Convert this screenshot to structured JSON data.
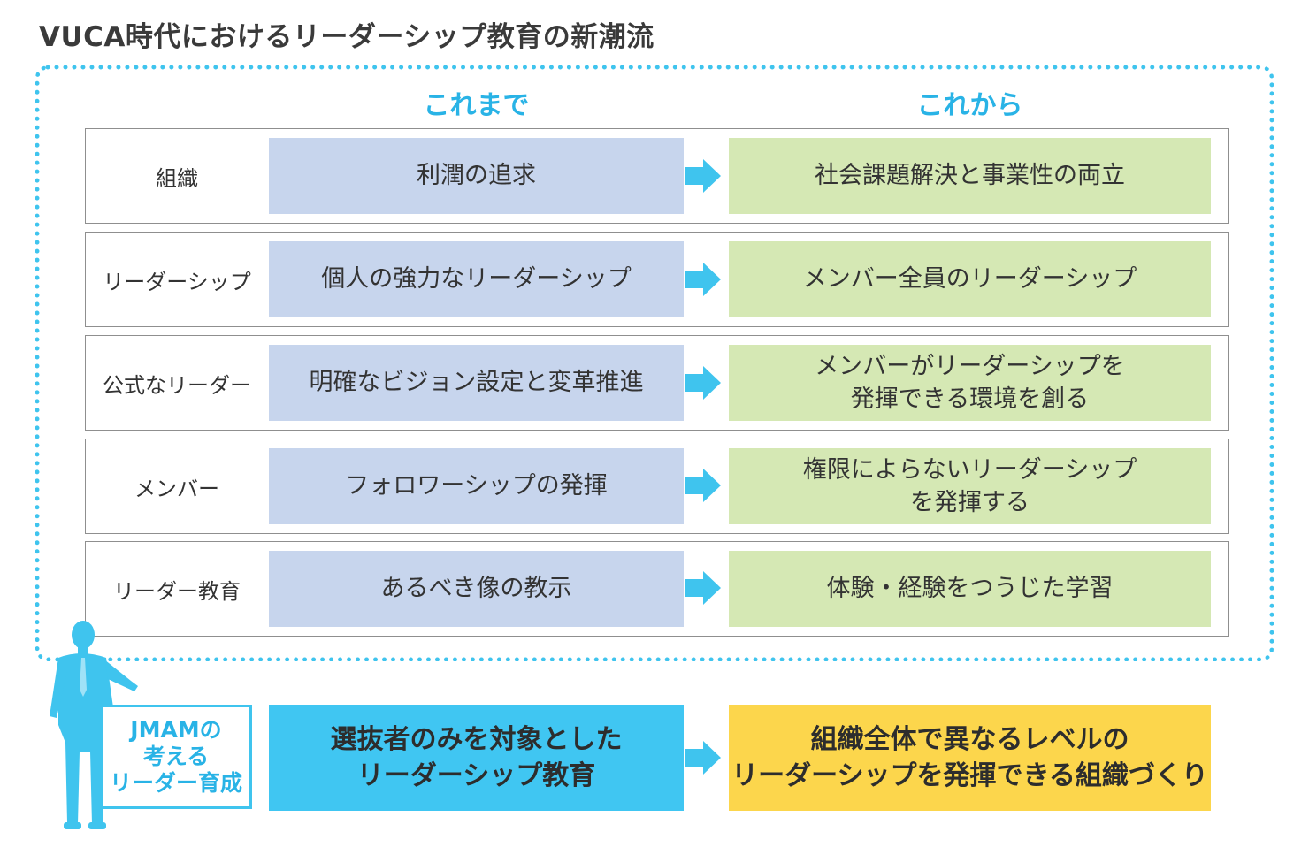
{
  "title": "VUCA時代におけるリーダーシップ教育の新潮流",
  "headers": {
    "before": "これまで",
    "after": "これから"
  },
  "rows": [
    {
      "label": "組織",
      "before": "利潤の追求",
      "after": "社会課題解決と事業性の両立"
    },
    {
      "label": "リーダーシップ",
      "before": "個人の強力なリーダーシップ",
      "after": "メンバー全員のリーダーシップ"
    },
    {
      "label": "公式なリーダー",
      "before": "明確なビジョン設定と変革推進",
      "after": "メンバーがリーダーシップを\n発揮できる環境を創る"
    },
    {
      "label": "メンバー",
      "before": "フォロワーシップの発揮",
      "after": "権限によらないリーダーシップ\nを発揮する"
    },
    {
      "label": "リーダー教育",
      "before": "あるべき像の教示",
      "after": "体験・経験をつうじた学習"
    }
  ],
  "bottom": {
    "badge": "JMAMの\n考える\nリーダー育成",
    "before": "選抜者のみを対象とした\nリーダーシップ教育",
    "after": "組織全体で異なるレベルの\nリーダーシップを発揮できる組織づくり"
  },
  "colors": {
    "accent": "#3fc4ee",
    "header_text": "#29b3e6",
    "before_fill": "#c7d5ed",
    "after_fill": "#d5e8b4",
    "bottom_before_fill": "#40c6f2",
    "bottom_after_fill": "#fcd64c"
  },
  "icons": {
    "arrow": "arrow-right-icon",
    "person": "businessman-silhouette-icon"
  }
}
